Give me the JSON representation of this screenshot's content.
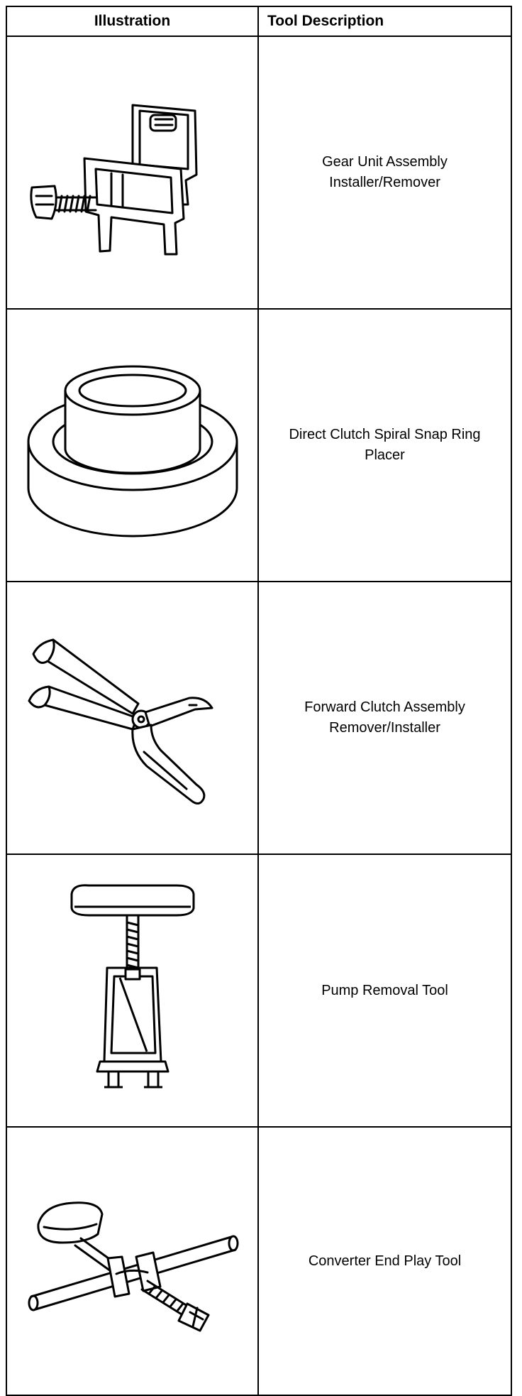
{
  "table": {
    "header": {
      "illustration": "Illustration",
      "description": "Tool Description"
    },
    "rows": [
      {
        "description": "Gear Unit Assembly Installer/Remover",
        "icon": "gear-unit-installer-icon"
      },
      {
        "description": "Direct Clutch Spiral Snap Ring Placer",
        "icon": "snap-ring-placer-icon"
      },
      {
        "description": "Forward Clutch Assembly Remover/Installer",
        "icon": "forward-clutch-remover-icon"
      },
      {
        "description": "Pump Removal Tool",
        "icon": "pump-removal-tool-icon"
      },
      {
        "description": "Converter End Play Tool",
        "icon": "converter-end-play-tool-icon"
      }
    ]
  }
}
